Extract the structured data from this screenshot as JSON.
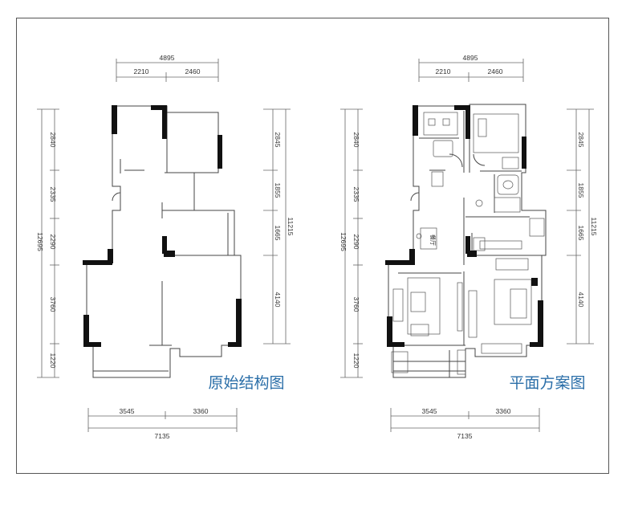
{
  "plans": [
    {
      "title": "原始结构图",
      "dims": {
        "top_total": "4895",
        "top_a": "2210",
        "top_b": "2460",
        "left": [
          "2840",
          "2335",
          "2290",
          "3760",
          "1220"
        ],
        "left_total": "12695",
        "right": [
          "2845",
          "1855",
          "1665",
          "4140"
        ],
        "right_total": "11215",
        "bottom_a": "3545",
        "bottom_b": "3360",
        "bottom_total": "7135"
      }
    },
    {
      "title": "平面方案图",
      "room_label": "餐厅",
      "dims": {
        "top_total": "4895",
        "top_a": "2210",
        "top_b": "2460",
        "left": [
          "2840",
          "2335",
          "2290",
          "3760",
          "1220"
        ],
        "left_total": "12695",
        "right": [
          "2845",
          "1855",
          "1665",
          "4140"
        ],
        "right_total": "11215",
        "bottom_a": "3545",
        "bottom_b": "3360",
        "bottom_total": "7135"
      }
    }
  ],
  "colors": {
    "wall": "#111111",
    "line": "#555555",
    "title": "#2a6ea8"
  }
}
